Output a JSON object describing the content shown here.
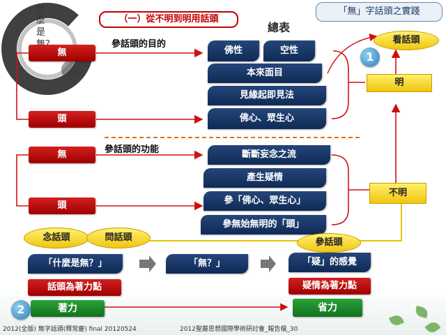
{
  "corner_label": "「無」字話頭之實踐",
  "section_title": "（一）從不明到明用話頭",
  "main_title": "總表",
  "purpose_label": "參話頭的目的",
  "function_label": "參話頭的功能",
  "left": {
    "wu_top": "無",
    "tou_top": "頭",
    "wu_bot": "無",
    "tou_bot": "頭"
  },
  "purpose_items": [
    "佛性",
    "空性",
    "本來面目",
    "見緣起即見法",
    "佛心、眾生心"
  ],
  "function_items": [
    "斷斷妄念之流",
    "產生疑情",
    "參「佛心、眾生心」",
    "參無始無明的「頭」"
  ],
  "right": {
    "kan": "看話頭",
    "ming": "明",
    "buming": "不明",
    "can": "參話頭",
    "num1": "1",
    "num2": "2"
  },
  "bottom": {
    "nian": "念話頭",
    "wen": "問話頭",
    "q1": "「什麼是無？」",
    "q2": "「無？」",
    "q3": "「疑」的感覺",
    "r1": "話頭為著力點",
    "r2": "疑情為著力點",
    "zhuoli": "著力",
    "shengli": "省力"
  },
  "footer": {
    "left": "2012(全版) 無字話頭(釋常慶) final 20120524",
    "right": "2012聖嚴思想國際學術研討會_報告檔_30"
  },
  "logo_text": "什麼是無？"
}
